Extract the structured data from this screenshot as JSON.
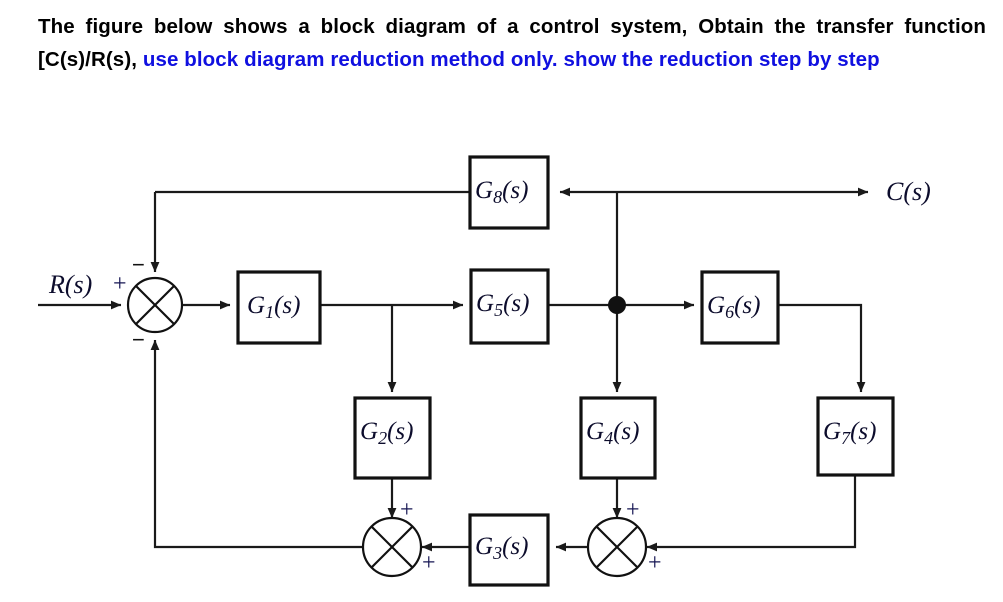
{
  "prompt": {
    "black_part_1": "The figure below shows a block diagram of a control system, Obtain the transfer function [C(s)/R(s), ",
    "blue_part": "use block diagram reduction method only. show the reduction step by step",
    "black_color": "#000000",
    "blue_color": "#1010e0"
  },
  "diagram": {
    "title": "control-system-block-diagram",
    "input_label": "R(s)",
    "output_label": "C(s)",
    "blocks": [
      {
        "id": "G1",
        "base": "G",
        "sub": "1",
        "suffix": "(s)"
      },
      {
        "id": "G2",
        "base": "G",
        "sub": "2",
        "suffix": "(s)"
      },
      {
        "id": "G3",
        "base": "G",
        "sub": "3",
        "suffix": "(s)"
      },
      {
        "id": "G4",
        "base": "G",
        "sub": "4",
        "suffix": "(s)"
      },
      {
        "id": "G5",
        "base": "G",
        "sub": "5",
        "suffix": "(s)"
      },
      {
        "id": "G6",
        "base": "G",
        "sub": "6",
        "suffix": "(s)"
      },
      {
        "id": "G7",
        "base": "G",
        "sub": "7",
        "suffix": "(s)"
      },
      {
        "id": "G8",
        "base": "G",
        "sub": "8",
        "suffix": "(s)"
      }
    ],
    "summers": [
      {
        "id": "sum-input",
        "signs": {
          "left": "+",
          "top": "−",
          "bottom": "−"
        }
      },
      {
        "id": "sum-left-bottom",
        "signs": {
          "top": "+",
          "right": "+"
        }
      },
      {
        "id": "sum-right-bottom",
        "signs": {
          "top": "+",
          "right": "+"
        }
      }
    ],
    "line_color": "#1a1a1a",
    "label_color": "#0c0c2c",
    "sign_color": "#141452"
  }
}
